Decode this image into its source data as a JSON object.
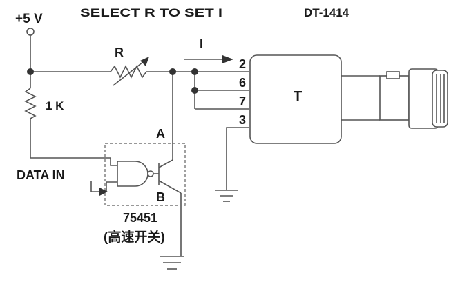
{
  "labels": {
    "supply": "+5 V",
    "title": "SELECT R  TO SET I",
    "part": "DT-1414",
    "resistor": "R",
    "pullup": "1 K",
    "current": "I",
    "pin2": "2",
    "pin6": "6",
    "pin7": "7",
    "pin3": "3",
    "device": "T",
    "node_a": "A",
    "node_b": "B",
    "input": "DATA IN",
    "chip": "75451",
    "chip_note": "(高速开关)"
  },
  "colors": {
    "stroke": "#555555",
    "text": "#1a1a1a",
    "background": "#ffffff"
  }
}
